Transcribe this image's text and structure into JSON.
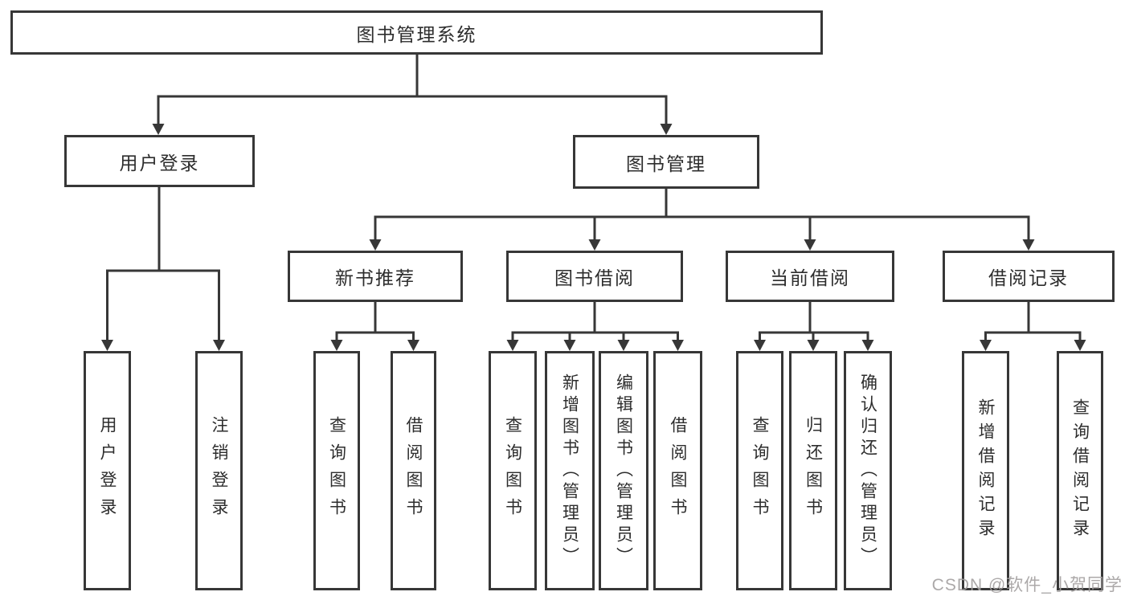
{
  "diagram": {
    "root": {
      "label": "图书管理系统"
    },
    "branches": [
      {
        "label": "用户登录",
        "children": [
          {
            "label": "用户登录"
          },
          {
            "label": "注销登录"
          }
        ]
      },
      {
        "label": "图书管理",
        "children": [
          {
            "label": "新书推荐",
            "children": [
              {
                "label": "查询图书"
              },
              {
                "label": "借阅图书"
              }
            ]
          },
          {
            "label": "图书借阅",
            "children": [
              {
                "label": "查询图书"
              },
              {
                "label": "新增图书（管理员）"
              },
              {
                "label": "编辑图书（管理员）"
              },
              {
                "label": "借阅图书"
              }
            ]
          },
          {
            "label": "当前借阅",
            "children": [
              {
                "label": "查询图书"
              },
              {
                "label": "归还图书"
              },
              {
                "label": "确认归还（管理员）"
              }
            ]
          },
          {
            "label": "借阅记录",
            "children": [
              {
                "label": "新增借阅记录"
              },
              {
                "label": "查询借阅记录"
              }
            ]
          }
        ]
      }
    ],
    "watermark": "CSDN @软件_小贺同学"
  }
}
